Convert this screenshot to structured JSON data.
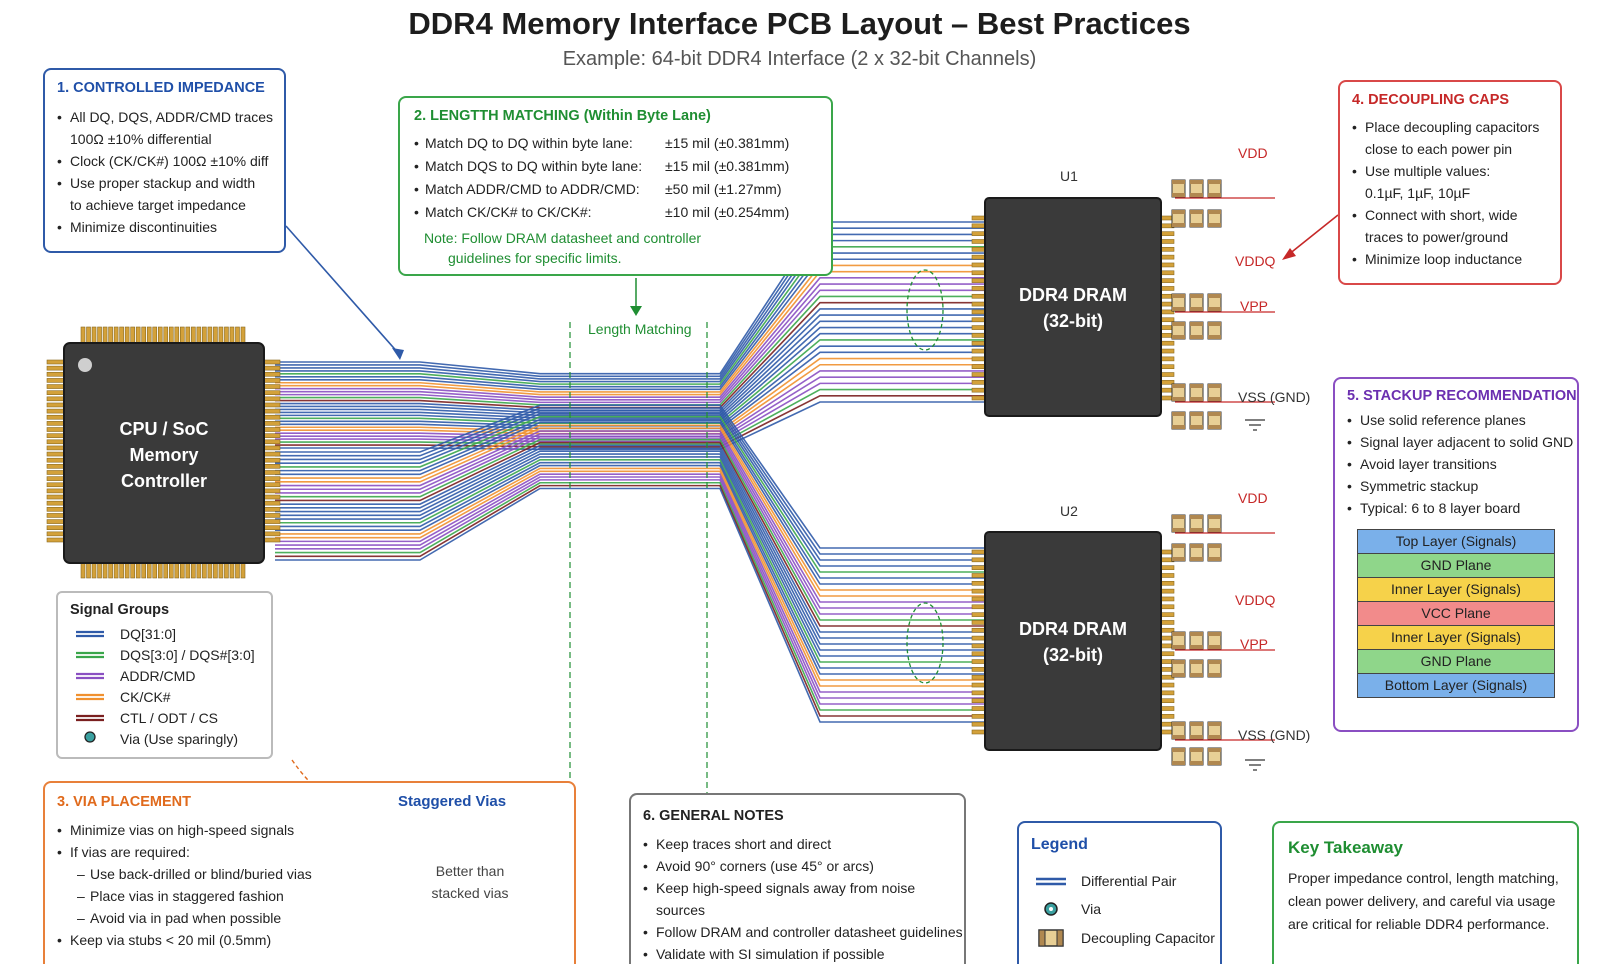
{
  "header": {
    "title": "DDR4 Memory Interface PCB Layout – Best Practices",
    "subtitle": "Example: 64-bit DDR4 Interface (2 x 32-bit Channels)"
  },
  "controlled_impedance": {
    "title": "1. CONTROLLED IMPEDANCE",
    "items": [
      {
        "text": "All DQ, DQS, ADDR/CMD traces",
        "type": "bullet"
      },
      {
        "text": "100Ω ±10% differential",
        "type": "cont"
      },
      {
        "text": "Clock (CK/CK#) 100Ω ±10% diff",
        "type": "bullet"
      },
      {
        "text": "Use proper stackup and width",
        "type": "bullet"
      },
      {
        "text": "to achieve target impedance",
        "type": "cont"
      },
      {
        "text": "Minimize discontinuities",
        "type": "bullet"
      }
    ]
  },
  "length_matching": {
    "title": "2. LENGTTH MATCHING (Within Byte Lane)",
    "rows": [
      {
        "label": "Match DQ to DQ within byte lane:",
        "value": "±15 mil (±0.381mm)"
      },
      {
        "label": "Match DQS to DQ within byte lane:",
        "value": "±15 mil (±0.381mm)"
      },
      {
        "label": "Match ADDR/CMD to ADDR/CMD:",
        "value": "±50 mil (±1.27mm)"
      },
      {
        "label": "Match CK/CK# to CK/CK#:",
        "value": "±10 mil (±0.254mm)"
      }
    ],
    "note_line1": "Note: Follow DRAM datasheet and controller",
    "note_line2": "guidelines for specific limits.",
    "marker_label": "Length Matching"
  },
  "decoupling": {
    "title": "4. DECOUPLING CAPS",
    "items": [
      {
        "text": "Place decoupling capacitors",
        "type": "bullet"
      },
      {
        "text": "close to each power pin",
        "type": "cont"
      },
      {
        "text": "Use multiple values:",
        "type": "bullet"
      },
      {
        "text": "0.1µF, 1µF, 10µF",
        "type": "cont"
      },
      {
        "text": "Connect with short, wide",
        "type": "bullet"
      },
      {
        "text": "traces to power/ground",
        "type": "cont"
      },
      {
        "text": "Minimize loop inductance",
        "type": "bullet"
      }
    ]
  },
  "stackup": {
    "title": "5. STACKUP RECOMMENDATION",
    "items": [
      {
        "text": "Use solid reference planes",
        "type": "bullet"
      },
      {
        "text": "Signal layer adjacent to solid GND",
        "type": "bullet"
      },
      {
        "text": "Avoid layer transitions",
        "type": "bullet"
      },
      {
        "text": "Symmetric stackup",
        "type": "bullet"
      },
      {
        "text": "Typical: 6 to 8 layer board",
        "type": "bullet"
      }
    ],
    "layers": [
      {
        "name": "Top Layer (Signals)",
        "color": "#7ab0ea"
      },
      {
        "name": "GND Plane",
        "color": "#8fd68a"
      },
      {
        "name": "Inner Layer (Signals)",
        "color": "#f6d24a"
      },
      {
        "name": "VCC Plane",
        "color": "#f28b8b"
      },
      {
        "name": "Inner Layer (Signals)",
        "color": "#f6d24a"
      },
      {
        "name": "GND Plane",
        "color": "#8fd68a"
      },
      {
        "name": "Bottom Layer (Signals)",
        "color": "#7ab0ea"
      }
    ]
  },
  "via_placement": {
    "title": "3. VIA PLACEMENT",
    "items": [
      {
        "text": "Minimize vias on high-speed signals",
        "type": "bullet"
      },
      {
        "text": "If vias are required:",
        "type": "bullet"
      },
      {
        "text": "Use back-drilled or blind/buried vias",
        "type": "sub"
      },
      {
        "text": "Place vias in staggered fashion",
        "type": "sub"
      },
      {
        "text": "Avoid via in pad when possible",
        "type": "sub"
      },
      {
        "text": "Keep via stubs < 20 mil (0.5mm)",
        "type": "bullet"
      }
    ],
    "staggered_title": "Staggered Vias",
    "better_line1": "Better than",
    "better_line2": "stacked vias"
  },
  "general_notes": {
    "title": "6. GENERAL NOTES",
    "items": [
      {
        "text": "Keep traces short and direct",
        "type": "bullet"
      },
      {
        "text": "Avoid 90° corners (use 45° or arcs)",
        "type": "bullet"
      },
      {
        "text": "Keep high-speed signals away from noise sources",
        "type": "bullet"
      },
      {
        "text": "Follow DRAM and controller datasheet guidelines",
        "type": "bullet"
      },
      {
        "text": "Validate with SI simulation if possible",
        "type": "bullet"
      }
    ]
  },
  "signal_groups": {
    "title": "Signal Groups",
    "items": [
      {
        "label": "DQ[31:0]",
        "color": "#2f5aa8"
      },
      {
        "label": "DQS[3:0] / DQS#[3:0]",
        "color": "#3aa64a"
      },
      {
        "label": "ADDR/CMD",
        "color": "#8a4fc2"
      },
      {
        "label": "CK/CK#",
        "color": "#f0902e"
      },
      {
        "label": "CTL / ODT / CS",
        "color": "#7a1f1f"
      },
      {
        "label": "Via (Use sparingly)",
        "color": "#3aa0a0"
      }
    ]
  },
  "legend": {
    "title": "Legend",
    "items": [
      {
        "label": "Differential Pair",
        "icon": "diff-pair-icon"
      },
      {
        "label": "Via",
        "icon": "via-icon"
      },
      {
        "label": "Decoupling Capacitor",
        "icon": "capacitor-icon"
      }
    ]
  },
  "key_takeaway": {
    "title": "Key Takeaway",
    "line1": "Proper impedance control, length matching,",
    "line2": "clean power delivery, and careful via usage",
    "line3": "are critical for reliable DDR4 performance."
  },
  "cpu": {
    "line1": "CPU / SoC",
    "line2": "Memory",
    "line3": "Controller"
  },
  "dram1": {
    "ref": "U1",
    "line1": "DDR4 DRAM",
    "line2": "(32-bit)"
  },
  "dram2": {
    "ref": "U2",
    "line1": "DDR4 DRAM",
    "line2": "(32-bit)"
  },
  "power_labels": {
    "vdd": "VDD",
    "vddq": "VDDQ",
    "vpp": "VPP",
    "vss": "VSS (GND)"
  },
  "trace_colors": {
    "dq": "#2f5aa8",
    "dqs": "#3aa64a",
    "addr": "#8a4fc2",
    "ck": "#f0902e",
    "ctl": "#7a1f1f"
  }
}
